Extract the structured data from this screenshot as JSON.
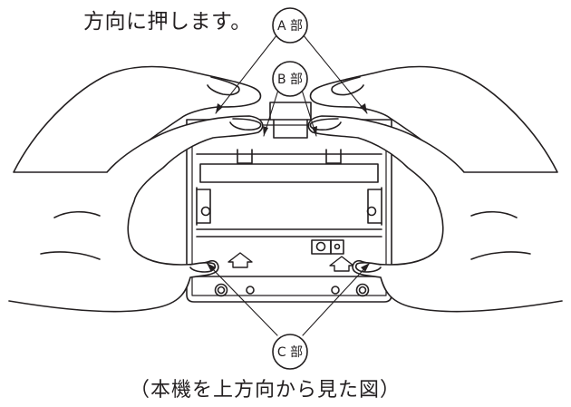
{
  "instruction_text": "方向に押します。",
  "caption_text": "（本機を上方向から見た図）",
  "callouts": {
    "a": "A 部",
    "b": "B 部",
    "c": "C 部"
  },
  "colors": {
    "line": "#231f20",
    "background": "#ffffff"
  }
}
